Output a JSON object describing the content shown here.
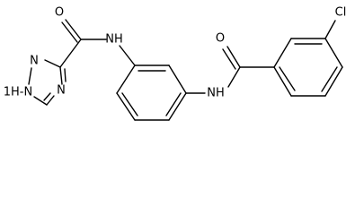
{
  "molecule": {
    "atoms": {
      "o_amide_left": "O",
      "nh_amide_left": "NH",
      "n_triazole_top": "N",
      "n_triazole_right": "N",
      "nh_triazole": "1H-N",
      "o_amide_right": "O",
      "nh_amide_right": "NH",
      "cl": "Cl"
    },
    "colors": {
      "bond": "#000000",
      "label": "#000000",
      "background": "#ffffff"
    }
  }
}
